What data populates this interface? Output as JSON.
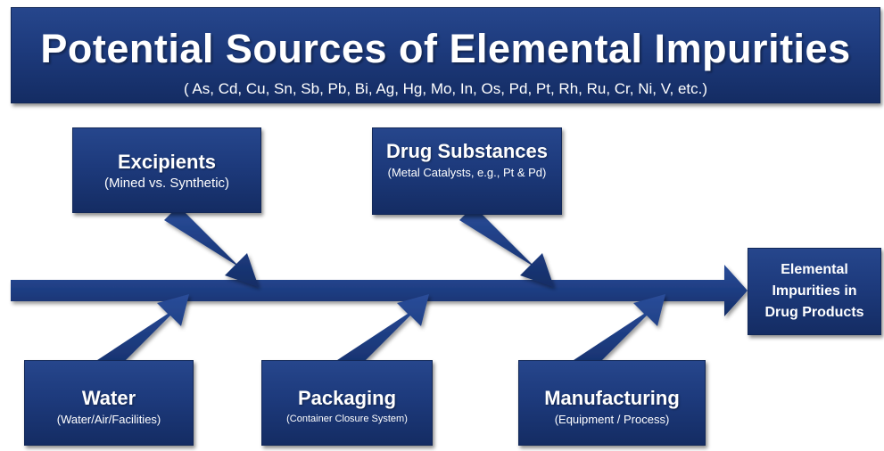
{
  "header": {
    "title": "Potential Sources of Elemental Impurities",
    "subtitle": "( As, Cd, Cu, Sn, Sb, Pb, Bi, Ag, Hg, Mo, In, Os, Pd, Pt, Rh, Ru, Cr, Ni, V, etc.)"
  },
  "sources_top": [
    {
      "title": "Excipients",
      "detail": "(Mined vs. Synthetic)"
    },
    {
      "title": "Drug  Substances",
      "detail": "(Metal Catalysts, e.g., Pt & Pd)"
    }
  ],
  "sources_bottom": [
    {
      "title": "Water",
      "detail": "(Water/Air/Facilities)"
    },
    {
      "title": "Packaging",
      "detail": "(Container Closure System)"
    },
    {
      "title": "Manufacturing",
      "detail": "(Equipment / Process)"
    }
  ],
  "outcome": {
    "line1": "Elemental",
    "line2": "Impurities in",
    "line3": "Drug Products"
  },
  "colors": {
    "box_fill": "#1d3a7c",
    "arrow_fill": "#1e3d82",
    "text": "#ffffff",
    "background": "#ffffff"
  }
}
